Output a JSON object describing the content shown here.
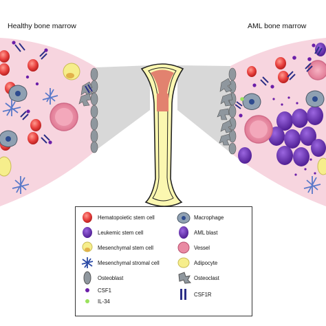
{
  "titles": {
    "healthy": "Healthy bone marrow",
    "aml": "AML bone marrow"
  },
  "legend": {
    "left": [
      {
        "label": "Hematopoietic stem cell",
        "icon": "hematopoietic-stem-cell-icon"
      },
      {
        "label": "Leukemic stem cell",
        "icon": "leukemic-stem-cell-icon"
      },
      {
        "label": "Mesenchymal stem cell",
        "icon": "mesenchymal-stem-cell-icon"
      },
      {
        "label": "Mesenchymal stromal cell",
        "icon": "mesenchymal-stromal-cell-icon"
      },
      {
        "label": "Osteoblast",
        "icon": "osteoblast-icon"
      },
      {
        "label": "CSF1",
        "icon": "csf1-dot-icon"
      },
      {
        "label": "IL-34",
        "icon": "il34-dot-icon"
      }
    ],
    "right": [
      {
        "label": "Macrophage",
        "icon": "macrophage-icon"
      },
      {
        "label": "AML blast",
        "icon": "aml-blast-icon"
      },
      {
        "label": "Vessel",
        "icon": "vessel-icon"
      },
      {
        "label": "Adipocyte",
        "icon": "adipocyte-icon"
      },
      {
        "label": "Osteoclast",
        "icon": "osteoclast-icon"
      },
      {
        "label": "CSF1R",
        "icon": "csf1r-receptor-icon"
      }
    ]
  },
  "colors": {
    "marrow_pink": "#f7d5df",
    "red_cell": "#e8413f",
    "purple_cell": "#6a2fb0",
    "vessel": "#e98aa3",
    "adipocyte": "#f6ee8c",
    "bone": "#fbf7b0",
    "osteo_gray": "#8f979e",
    "csf1": "#6b1ea8",
    "il34": "#9ae25c",
    "receptor": "#2b2f86"
  }
}
